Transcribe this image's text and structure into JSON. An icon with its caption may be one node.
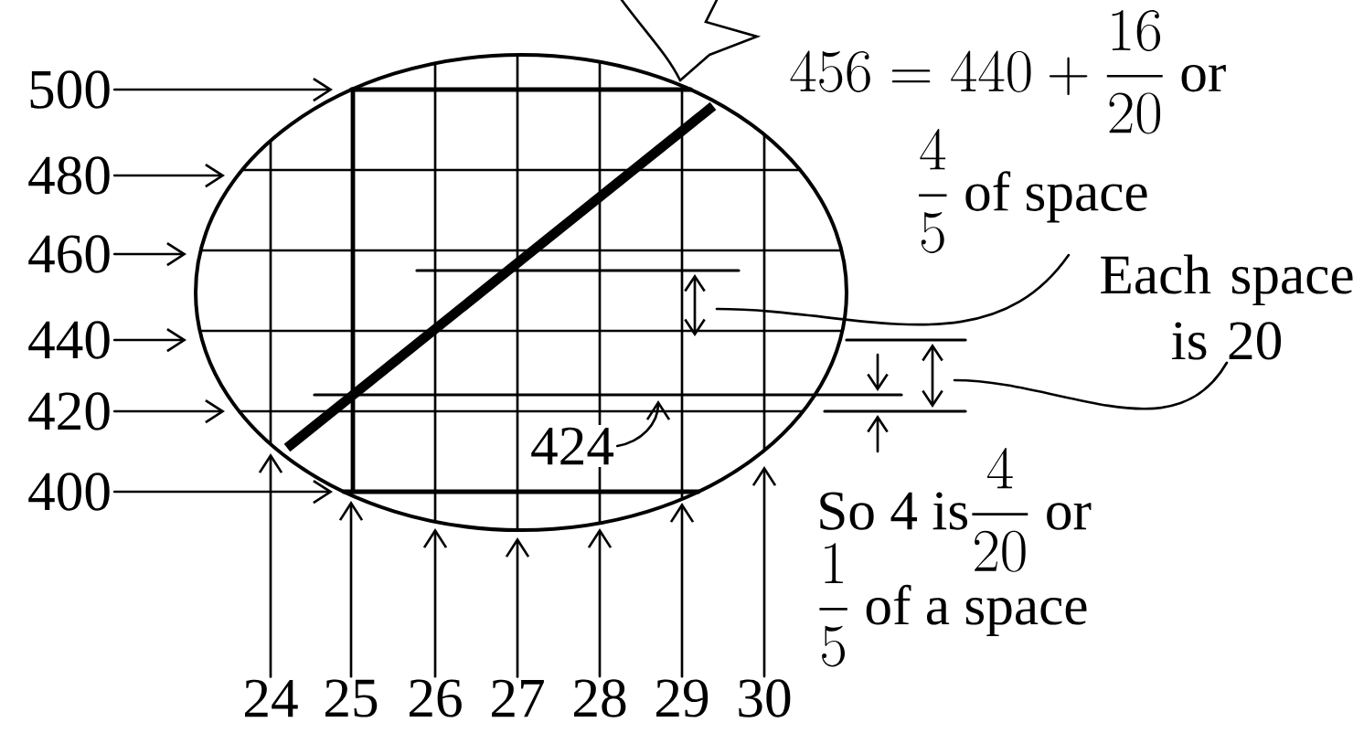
{
  "diagram": {
    "nodes": [
      {
        "text": [
          "500"
        ]
      },
      {
        "text": [
          "480"
        ]
      },
      {
        "text": [
          "460"
        ]
      },
      {
        "text": [
          "440"
        ]
      },
      {
        "text": [
          "420"
        ]
      },
      {
        "text": [
          "400"
        ]
      },
      {
        "text": [
          "24"
        ]
      },
      {
        "text": [
          "25"
        ]
      },
      {
        "text": [
          "26"
        ]
      },
      {
        "text": [
          "27"
        ]
      },
      {
        "text": [
          "28"
        ]
      },
      {
        "text": [
          "29"
        ]
      },
      {
        "text": [
          "30"
        ]
      },
      {
        "text": [
          "456 = 440 + \\frac{16}{20}\\text{ or}",
          "\\frac{4}{5}\\text{ of space}"
        ]
      },
      {
        "text": [
          "Each space is 20"
        ]
      },
      {
        "text": [
          "424"
        ]
      },
      {
        "text": [
          "\\text{So 4 is}\\frac{4}{20}\\text{ or}",
          "\\frac{1}{5}\\text{ of a space}"
        ]
      }
    ],
    "edges": [
      {
        "from": 0,
        "to": null,
        "arrow": "to"
      },
      {
        "from": 1,
        "to": null,
        "arrow": "to"
      },
      {
        "from": 2,
        "to": null,
        "arrow": "to"
      },
      {
        "from": 3,
        "to": null,
        "arrow": "to"
      },
      {
        "from": 4,
        "to": null,
        "arrow": "to"
      },
      {
        "from": 5,
        "to": null,
        "arrow": "to"
      },
      {
        "from": 6,
        "to": null,
        "arrow": "to"
      },
      {
        "from": 7,
        "to": null,
        "arrow": "to"
      },
      {
        "from": 8,
        "to": null,
        "arrow": "to"
      },
      {
        "from": 9,
        "to": null,
        "arrow": "to"
      },
      {
        "from": 10,
        "to": null,
        "arrow": "to"
      },
      {
        "from": 11,
        "to": null,
        "arrow": "to"
      },
      {
        "from": 12,
        "to": null,
        "arrow": "to"
      },
      {
        "from": 13,
        "to": null,
        "arrow": "none"
      },
      {
        "from": 14,
        "to": null,
        "arrow": "none"
      },
      {
        "from": 15,
        "to": null,
        "arrow": "to"
      }
    ]
  }
}
